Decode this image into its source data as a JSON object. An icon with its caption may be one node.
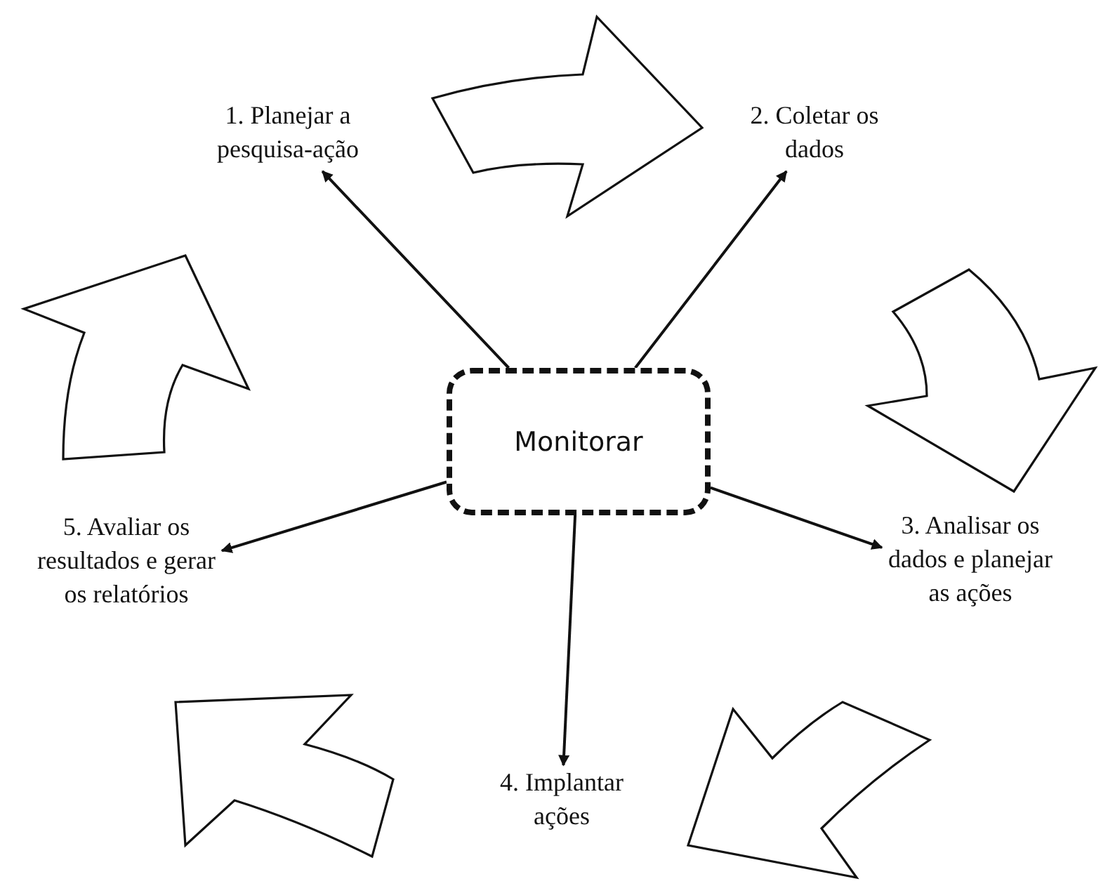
{
  "diagram": {
    "nodes": [
      {
        "text": [
          "1. Planejar a pesquisa-ação"
        ]
      },
      {
        "text": [
          "2. Coletar os dados"
        ]
      },
      {
        "text": [
          "3. Analisar os dados e planejar as ações"
        ]
      },
      {
        "text": [
          "4. Implantar ações"
        ]
      },
      {
        "text": [
          "5. Avaliar os resultados e gerar os relatórios"
        ]
      },
      {
        "text": [
          "Monitorar"
        ]
      }
    ],
    "edges": [
      {
        "from": 5,
        "to": 0,
        "arrow": "to"
      },
      {
        "from": 5,
        "to": 1,
        "arrow": "to"
      },
      {
        "from": 5,
        "to": 2,
        "arrow": "to"
      },
      {
        "from": 5,
        "to": 3,
        "arrow": "to"
      },
      {
        "from": 5,
        "to": 4,
        "arrow": "to"
      },
      {
        "from": 0,
        "to": 1,
        "arrow": "to",
        "style": "thick"
      },
      {
        "from": 1,
        "to": 2,
        "arrow": "to",
        "style": "thick"
      },
      {
        "from": 2,
        "to": 3,
        "arrow": "to",
        "style": "thick"
      },
      {
        "from": 3,
        "to": 4,
        "arrow": "to",
        "style": "thick"
      },
      {
        "from": 4,
        "to": 0,
        "arrow": "to",
        "style": "thick"
      }
    ]
  }
}
